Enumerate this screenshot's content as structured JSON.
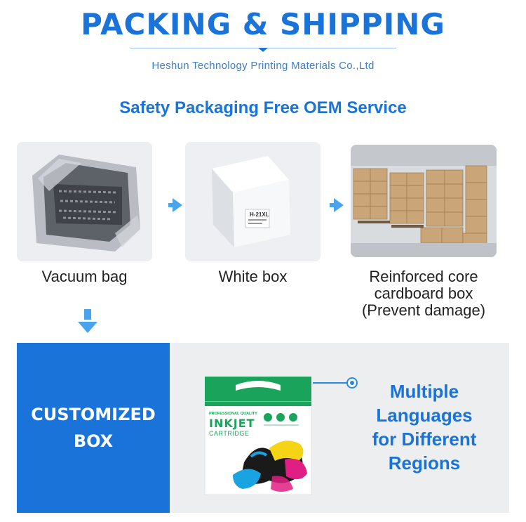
{
  "header": {
    "title": "PACKING & SHIPPING",
    "company": "Heshun Technology Printing Materials Co.,Ltd",
    "subtitle": "Safety Packaging Free OEM Service"
  },
  "steps": [
    {
      "label": "Vacuum bag"
    },
    {
      "label": "White box",
      "box_text": "H-21XL"
    },
    {
      "label_lines": [
        "Reinforced core",
        "cardboard box",
        "(Prevent damage)"
      ]
    }
  ],
  "customized": {
    "lines": [
      "CUSTOMIZED",
      "BOX"
    ]
  },
  "product_box": {
    "brand_small": "PROFESSIONAL QUALITY",
    "brand_main": "INKJET",
    "brand_sub": "CARTRIDGE"
  },
  "languages": {
    "lines": [
      "Multiple",
      "Languages",
      "for Different",
      "Regions"
    ]
  },
  "colors": {
    "accent": "#1a73d9",
    "arrow": "#4aa3ee",
    "panel_bg": "#eceeef",
    "box_green": "#1aa35a"
  }
}
